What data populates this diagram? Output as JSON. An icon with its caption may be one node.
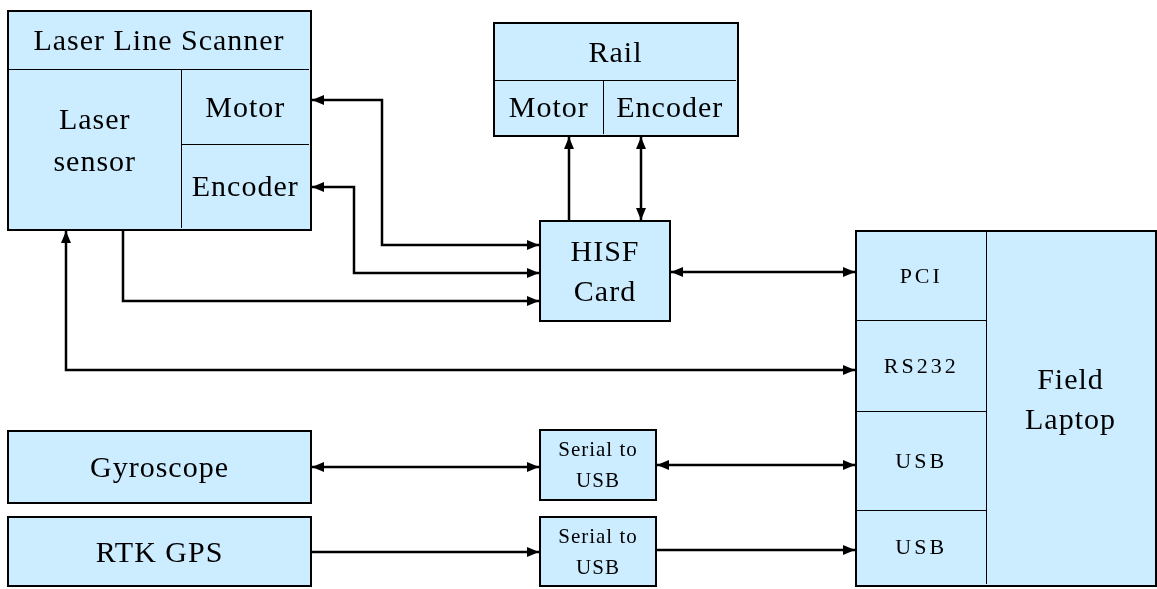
{
  "diagram": {
    "nodes": [
      {
        "text": [
          "Laser Line Scanner"
        ]
      },
      {
        "text": [
          "Laser sensor"
        ],
        "in": 0
      },
      {
        "text": [
          "Motor"
        ],
        "in": 0
      },
      {
        "text": [
          "Encoder"
        ],
        "in": 0
      },
      {
        "text": [
          "Rail"
        ]
      },
      {
        "text": [
          "Motor"
        ],
        "in": 4
      },
      {
        "text": [
          "Encoder"
        ],
        "in": 4
      },
      {
        "text": [
          "HISF Card"
        ]
      },
      {
        "text": [
          "Field Laptop"
        ]
      },
      {
        "text": [
          "PCI"
        ],
        "in": 8
      },
      {
        "text": [
          "RS232"
        ],
        "in": 8
      },
      {
        "text": [
          "USB"
        ],
        "in": 8
      },
      {
        "text": [
          "USB"
        ],
        "in": 8
      },
      {
        "text": [
          "Gyroscope"
        ]
      },
      {
        "text": [
          "Serial to USB"
        ]
      },
      {
        "text": [
          "RTK GPS"
        ]
      },
      {
        "text": [
          "Serial to USB"
        ]
      }
    ],
    "edges": [
      {
        "from": 2,
        "to": 7,
        "arrow": "both"
      },
      {
        "from": 3,
        "to": 7,
        "arrow": "both"
      },
      {
        "from": 1,
        "to": 7,
        "arrow": "to"
      },
      {
        "from": 7,
        "to": 5,
        "arrow": "to"
      },
      {
        "from": 7,
        "to": 6,
        "arrow": "both"
      },
      {
        "from": 7,
        "to": 9,
        "arrow": "both"
      },
      {
        "from": 10,
        "to": 1,
        "arrow": "both"
      },
      {
        "from": 13,
        "to": 14,
        "arrow": "both"
      },
      {
        "from": 14,
        "to": 11,
        "arrow": "both"
      },
      {
        "from": 15,
        "to": 16,
        "arrow": "to"
      },
      {
        "from": 16,
        "to": 12,
        "arrow": "to"
      }
    ]
  }
}
